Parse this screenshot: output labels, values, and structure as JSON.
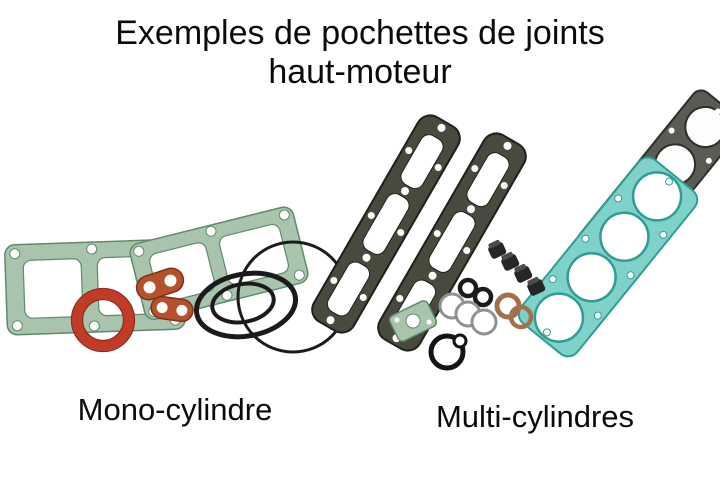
{
  "title": {
    "line1": "Exemples de pochettes de joints",
    "line2": "haut-moteur"
  },
  "captions": {
    "left": "Mono-cylindre",
    "right": "Multi-cylindres"
  },
  "colors": {
    "background": "#ffffff",
    "text": "#0b0b0b",
    "green_gasket": "#a9c4ad",
    "green_outline": "#5f8a6b",
    "aqua_gasket": "#7fd2c9",
    "aqua_outline": "#2f9e92",
    "olive_gasket": "#474a3c",
    "olive_outline": "#1f2019",
    "dark_gray_gasket": "#585c52",
    "red_ring": "#c23a28",
    "orange_gasket": "#b5512d",
    "copper_washer": "#a2714c",
    "black_ring": "#1b1b1b",
    "white_washer_outline": "#8f938f"
  },
  "illustration": {
    "left_group": {
      "label_ref": "Mono-cylindre",
      "parts": [
        "cylinder-base-gasket-1",
        "cylinder-base-gasket-2",
        "red-seal-ring",
        "orange-exhaust-gasket-1",
        "orange-exhaust-gasket-2",
        "large-o-ring",
        "oval-o-ring-outer",
        "oval-o-ring-inner"
      ]
    },
    "right_group": {
      "label_ref": "Multi-cylindres",
      "parts": [
        "valve-cover-gasket-1",
        "valve-cover-gasket-2",
        "head-gasket-dark",
        "head-gasket-aqua",
        "valve-stem-seals",
        "small-o-rings",
        "white-washers",
        "copper-washers",
        "oil-seal-ring",
        "small-green-gasket"
      ]
    }
  }
}
